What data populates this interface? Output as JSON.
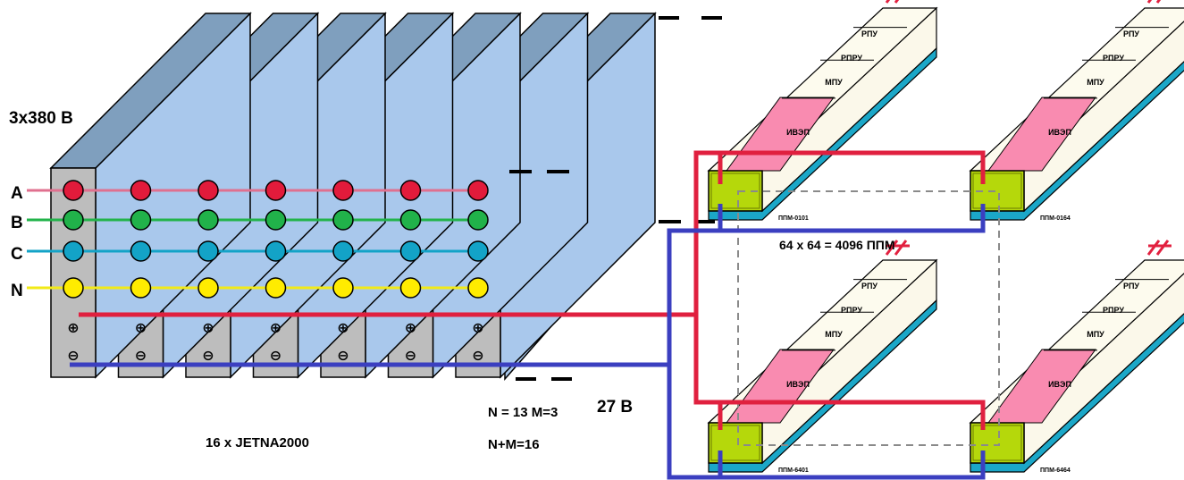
{
  "supply_label": "3x380 В",
  "phases": [
    {
      "label": "A",
      "color": "#e0708f",
      "dot": "#e21b3b"
    },
    {
      "label": "B",
      "color": "#22b34a",
      "dot": "#21b24a"
    },
    {
      "label": "C",
      "color": "#13a3c7",
      "dot": "#13a3c7"
    },
    {
      "label": "N",
      "color": "#f2ea17",
      "dot": "#ffec00"
    }
  ],
  "rack_count": 7,
  "plus_sign": "⊕",
  "minus_sign": "⊖",
  "rack_caption": "16 x JETNA2000",
  "redundancy_label": "N = 13 M=3",
  "redundancy_sum": "N+M=16",
  "output_voltage": "27 В",
  "array_label": "64 x 64 = 4096 ППМ",
  "module_sections": {
    "rpu": "РПУ",
    "rpru": "РПРУ",
    "mpu": "МПУ",
    "ivep": "ИВЭП"
  },
  "modules": [
    {
      "id": "ППМ-0101"
    },
    {
      "id": "ППМ-0164"
    },
    {
      "id": "ППМ-6401"
    },
    {
      "id": "ППМ-6464"
    }
  ],
  "colors": {
    "rack_face": "#bdbdbd",
    "rack_top": "#7f9fbe",
    "rack_side": "#a9c8ec",
    "bus_plus": "#e0203f",
    "bus_minus": "#3b3fc0",
    "ivep_fill": "#f98bb0",
    "module_body": "#fdfbee",
    "module_base": "#1ba7c8",
    "connector": "#b5d80b",
    "antenna": "#e2203f",
    "grid_dash": "#8a8a8a"
  }
}
